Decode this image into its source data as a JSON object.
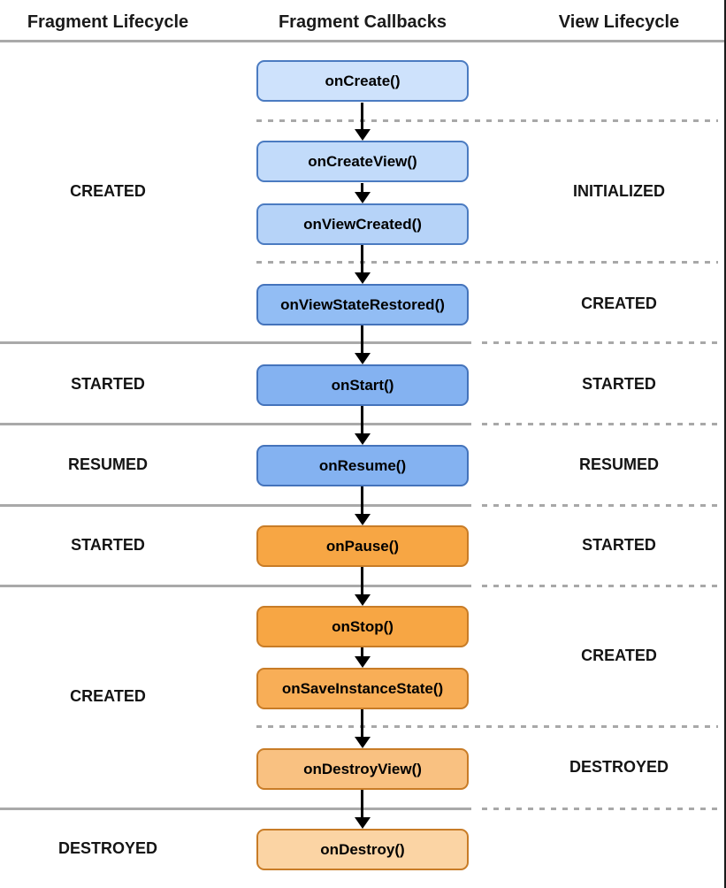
{
  "headers": {
    "fragment_lifecycle": "Fragment Lifecycle",
    "fragment_callbacks": "Fragment Callbacks",
    "view_lifecycle": "View Lifecycle"
  },
  "callbacks": [
    {
      "id": "onCreate",
      "label": "onCreate()",
      "fill": "#cee2fc",
      "border": "#4b7bc1"
    },
    {
      "id": "onCreateView",
      "label": "onCreateView()",
      "fill": "#c2dbfa",
      "border": "#4b7bc1"
    },
    {
      "id": "onViewCreated",
      "label": "onViewCreated()",
      "fill": "#b6d3f8",
      "border": "#4b7bc1"
    },
    {
      "id": "onViewStateRestored",
      "label": "onViewStateRestored()",
      "fill": "#92bdf4",
      "border": "#4473bb"
    },
    {
      "id": "onStart",
      "label": "onStart()",
      "fill": "#84b2f1",
      "border": "#4473bb"
    },
    {
      "id": "onResume",
      "label": "onResume()",
      "fill": "#84b2f1",
      "border": "#4473bb"
    },
    {
      "id": "onPause",
      "label": "onPause()",
      "fill": "#f7a644",
      "border": "#c87c27"
    },
    {
      "id": "onStop",
      "label": "onStop()",
      "fill": "#f7a644",
      "border": "#c87c27"
    },
    {
      "id": "onSaveInstanceState",
      "label": "onSaveInstanceState()",
      "fill": "#f8ae57",
      "border": "#c87c27"
    },
    {
      "id": "onDestroyView",
      "label": "onDestroyView()",
      "fill": "#f9c181",
      "border": "#c87c27"
    },
    {
      "id": "onDestroy",
      "label": "onDestroy()",
      "fill": "#fbd4a4",
      "border": "#c87c27"
    }
  ],
  "fragment_states": [
    {
      "label": "CREATED"
    },
    {
      "label": "STARTED"
    },
    {
      "label": "RESUMED"
    },
    {
      "label": "STARTED"
    },
    {
      "label": "CREATED"
    },
    {
      "label": "DESTROYED"
    }
  ],
  "view_states": [
    {
      "label": "INITIALIZED"
    },
    {
      "label": "CREATED"
    },
    {
      "label": "STARTED"
    },
    {
      "label": "RESUMED"
    },
    {
      "label": "STARTED"
    },
    {
      "label": "CREATED"
    },
    {
      "label": "DESTROYED"
    }
  ],
  "colors": {
    "background": "#ffffff",
    "solid_divider": "#a9a9a9",
    "dashed_divider": "#a8a8a8",
    "arrow": "#000000",
    "screen_edge": "#1a1a1a",
    "text": "#141414"
  }
}
